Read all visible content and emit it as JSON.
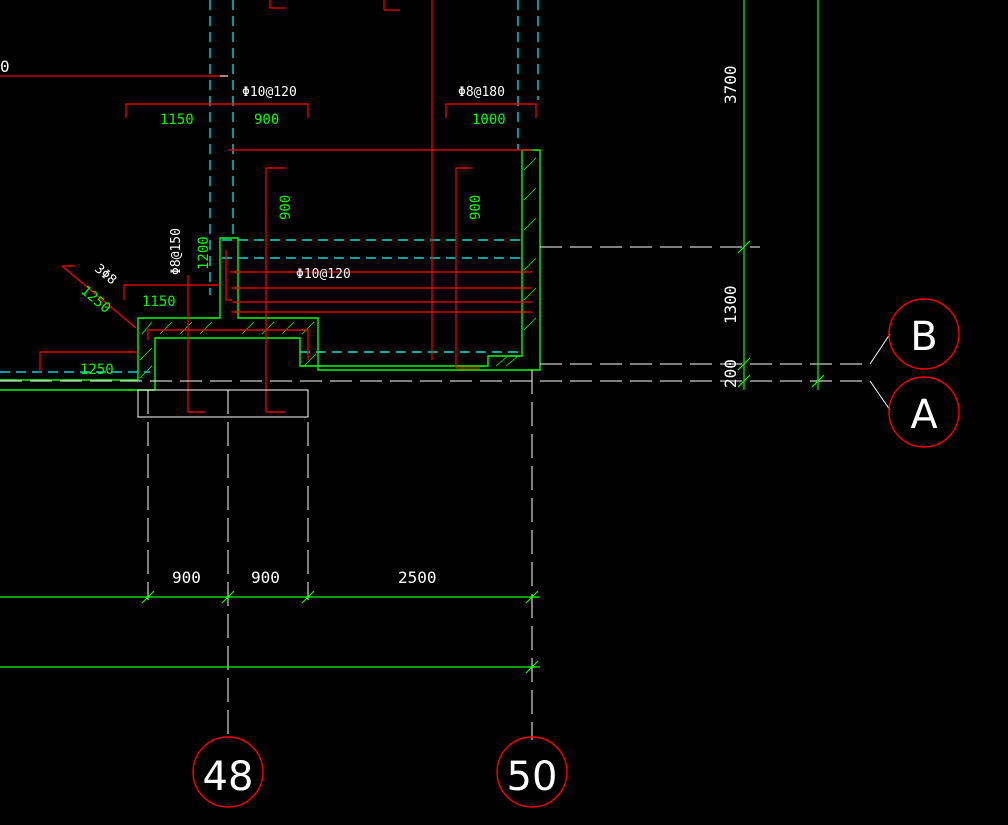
{
  "rebar_labels": {
    "top_left_stirrup": "Φ10@120",
    "top_right_stirrup": "Φ8@180",
    "middle_stirrup": "Φ10@120",
    "vertical_stirrup": "Φ8@150",
    "corner_bars": "3Φ8"
  },
  "dimensions": {
    "top_left_span": "1150",
    "top_mid_span": "900",
    "top_right_span": "1000",
    "red_vertical_left": "900",
    "red_vertical_right": "900",
    "wall_height": "1200",
    "ledge_width": "1150",
    "diag_length": "1250",
    "base_extension": "1250",
    "bottom_left": "900",
    "bottom_mid": "900",
    "bottom_right": "2500",
    "right_upper": "3700",
    "right_middle": "1300",
    "right_lower": "200",
    "top_left_partial": "0"
  },
  "axes": {
    "grid_48": "48",
    "grid_50": "50",
    "grid_B": "B",
    "grid_A": "A"
  },
  "colors": {
    "background": "#000000",
    "outline": "#00ff00",
    "rebar": "#ff0000",
    "centerline": "#00ffff",
    "annotation": "#ffffff",
    "grid_bubble": "#ff0000"
  }
}
